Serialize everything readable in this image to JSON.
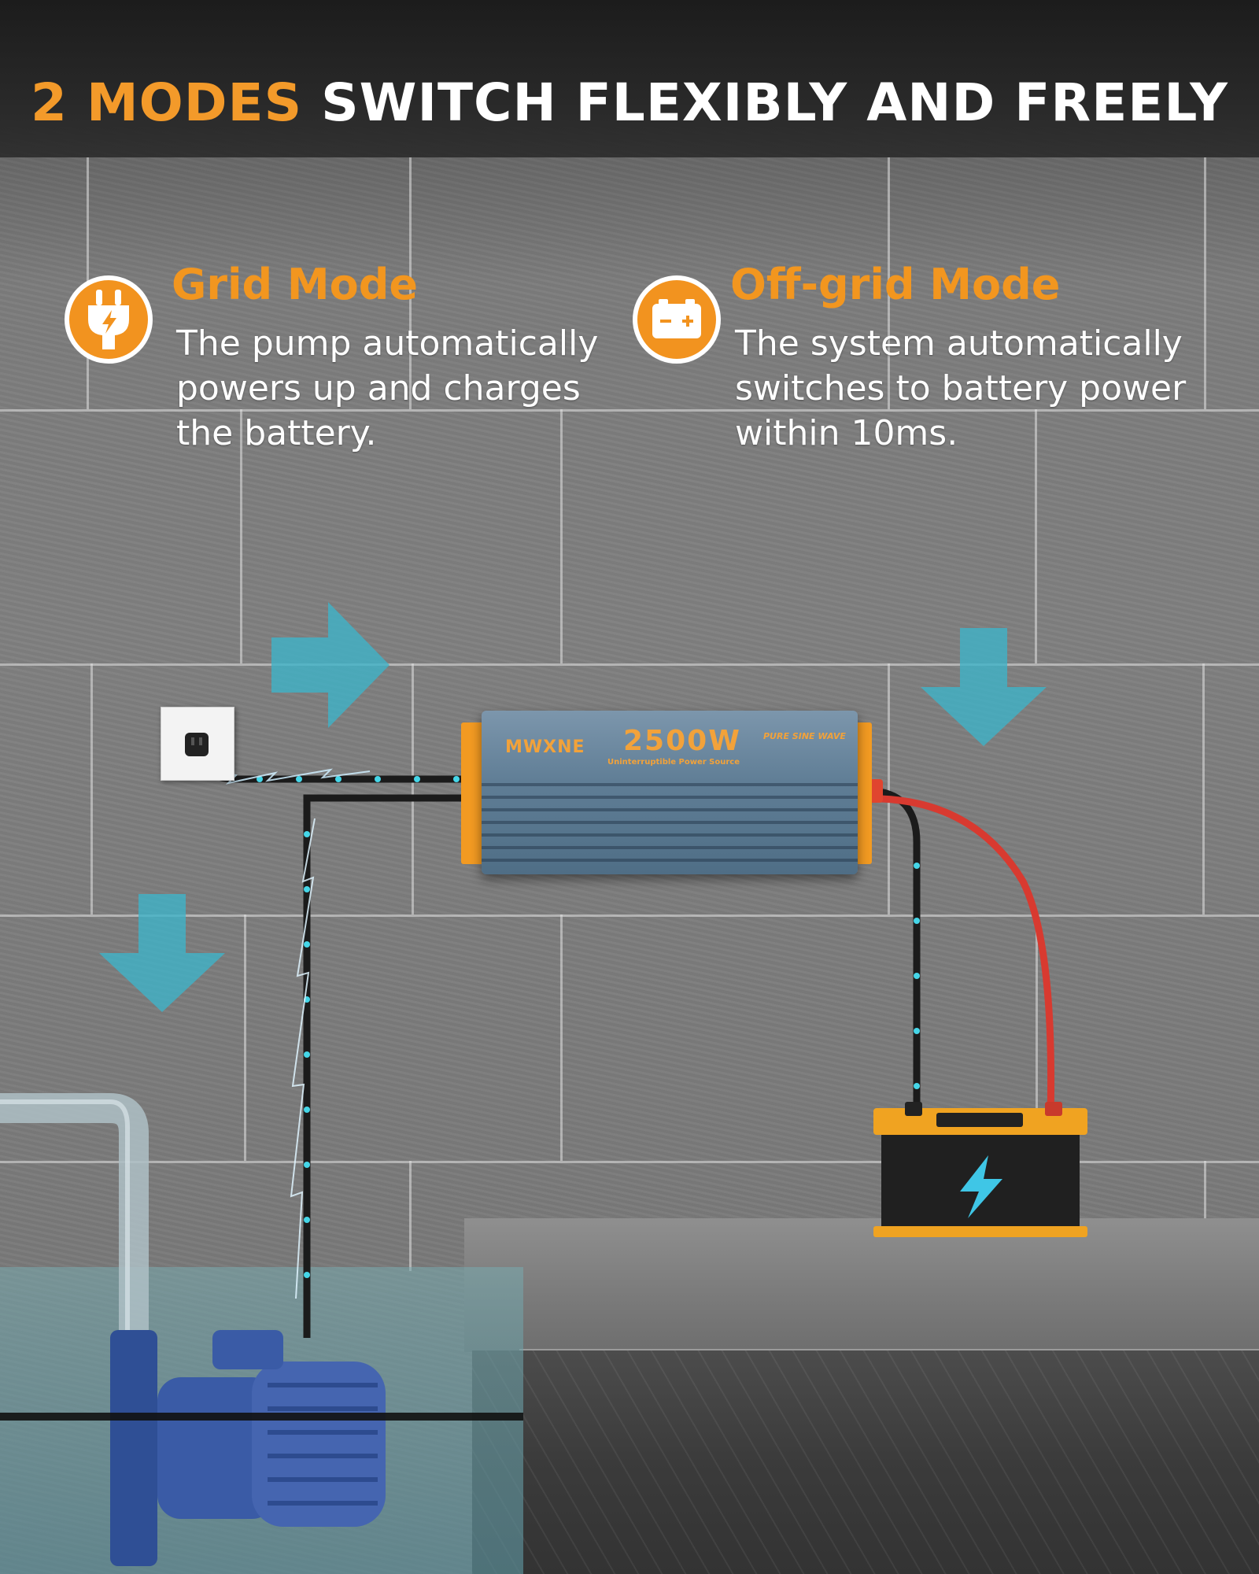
{
  "header": {
    "title_accent": "2 MODES",
    "title_rest": "SWITCH FLEXIBLY AND FREELY"
  },
  "modes": [
    {
      "icon": "plug-icon",
      "title": "Grid Mode",
      "description": "The pump automatically\npowers up and charges\nthe battery."
    },
    {
      "icon": "battery-icon",
      "title": "Off-grid Mode",
      "description": "The system automatically\nswitches to battery power\nwithin 10ms."
    }
  ],
  "inverter": {
    "brand": "MWXNE",
    "wattage": "2500W",
    "subtitle": "Uninterruptible Power Source",
    "wave": "PURE SINE WAVE"
  },
  "colors": {
    "accent": "#f2931f",
    "arrow": "#3fb3c8",
    "header_bg": "#1c1c1c",
    "text": "#ffffff"
  }
}
